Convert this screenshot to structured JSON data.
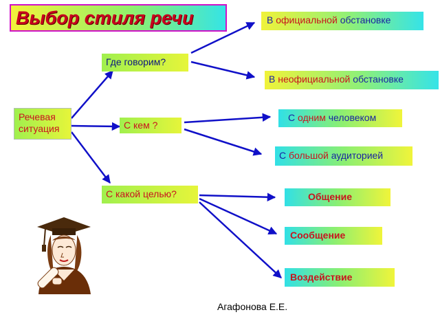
{
  "title": "Выбор стиля речи",
  "root": "Речевая ситуация",
  "questions": {
    "where": "Где говорим?",
    "whom": "С кем ?",
    "why": "С какой целью?"
  },
  "answers": {
    "official": [
      "В",
      "официальной",
      "обстановке"
    ],
    "unofficial": [
      "В",
      "неофициальной",
      "обстановке"
    ],
    "one": [
      "С",
      "одним",
      "человеком"
    ],
    "big": [
      "С",
      "большой",
      "аудиторией"
    ],
    "communication": "Общение",
    "message": "Сообщение",
    "influence": "Воздействие"
  },
  "author": "Агафонова Е.Е.",
  "icon": "graduate-woman-icon",
  "colors": {
    "arrow": "#1010c8",
    "title_text": "#c8001e",
    "title_border": "#d010c8"
  }
}
